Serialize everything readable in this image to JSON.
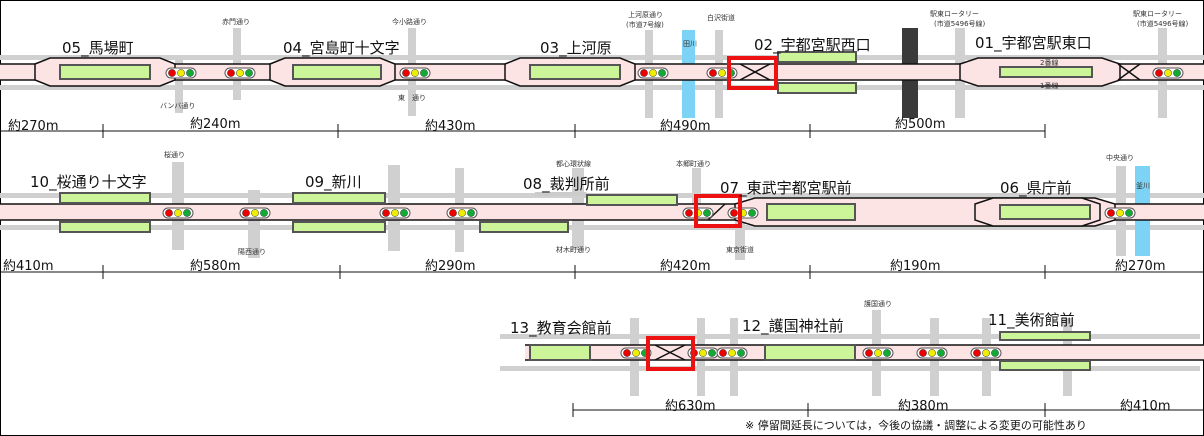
{
  "colors": {
    "track_bg": "#fde4e4",
    "platform": "#ccf59a",
    "platform_border": "#555555",
    "road": "#d0d0d0",
    "river": "#7dd3f5",
    "highlight": "#ee1111",
    "rail": "#3a3a3a"
  },
  "rows": [
    {
      "stations": [
        "05_馬場町",
        "04_宮島町十文字",
        "03_上河原",
        "02_宇都宮駅西口",
        "01_宇都宮駅東口"
      ],
      "roads": [
        "赤門通り",
        "バンバ通り",
        "今小路通り",
        "東　通り",
        "上河原通り",
        "(市道7号線)",
        "田川",
        "白沢街道",
        "駅東ロータリー",
        "(市道5496号線)",
        "駅東ロータリー",
        "(市道5496号線)"
      ],
      "tracks": [
        "2番線",
        "1番線"
      ],
      "distances": [
        "約270m",
        "約240m",
        "約430m",
        "約490m",
        "約500m"
      ]
    },
    {
      "stations": [
        "10_桜通り十文字",
        "09_新川",
        "08_裁判所前",
        "07_東武宇都宮駅前",
        "06_県庁前"
      ],
      "roads": [
        "桜通り",
        "陽西通り",
        "都心環状線",
        "材木町通り",
        "本郷町通り",
        "東京街道",
        "中央通り",
        "釜川"
      ],
      "distances": [
        "約410m",
        "約580m",
        "約290m",
        "約420m",
        "約190m",
        "約270m"
      ]
    },
    {
      "stations": [
        "13_教育会館前",
        "12_護国神社前",
        "11_美術館前"
      ],
      "roads": [
        "護国通り"
      ],
      "distances": [
        "約630m",
        "約380m",
        "約410m"
      ]
    }
  ],
  "note": "※ 停留間延長については，今後の協議・調整による変更の可能性あり"
}
